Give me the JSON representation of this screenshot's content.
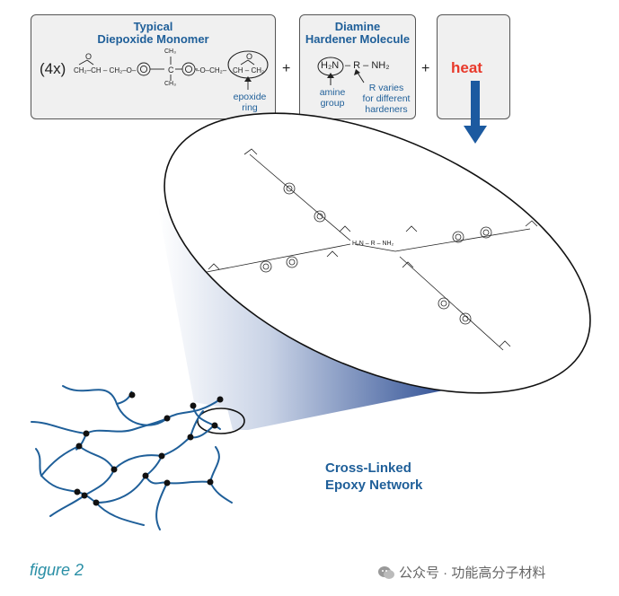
{
  "monomer_box": {
    "title_line1": "Typical",
    "title_line2": "Diepoxide Monomer",
    "multiplier": "(4x)",
    "formula_left": "CH₂–CH – CH₂–O–",
    "formula_right": "–O–CH₂–",
    "carbon_top": "CH₃",
    "carbon_center": "C",
    "carbon_bottom": "CH₃",
    "ring_text": "CH – CH₂",
    "ring_o": "O",
    "left_o": "O",
    "annotation_line1": "epoxide",
    "annotation_line2": "ring"
  },
  "plus_1": "+",
  "plus_2": "+",
  "hardener_box": {
    "title_line1": "Diamine",
    "title_line2": "Hardener Molecule",
    "formula_amine": "H₂N",
    "formula_rest": "– R – NH₂",
    "amine_line1": "amine",
    "amine_line2": "group",
    "r_line1": "R varies",
    "r_line2": "for different",
    "r_line3": "hardeners"
  },
  "heat_box": {
    "label": "heat"
  },
  "zoom": {
    "center_label_1": "H₂N – R – NH₂"
  },
  "network": {
    "label_line1": "Cross-Linked",
    "label_line2": "Epoxy Network"
  },
  "caption": "figure 2",
  "watermark": "公众号 · 功能高分子材料",
  "colors": {
    "brand_blue": "#1f5f99",
    "heat_red": "#e8392b",
    "caption_teal": "#2a8fa6"
  }
}
